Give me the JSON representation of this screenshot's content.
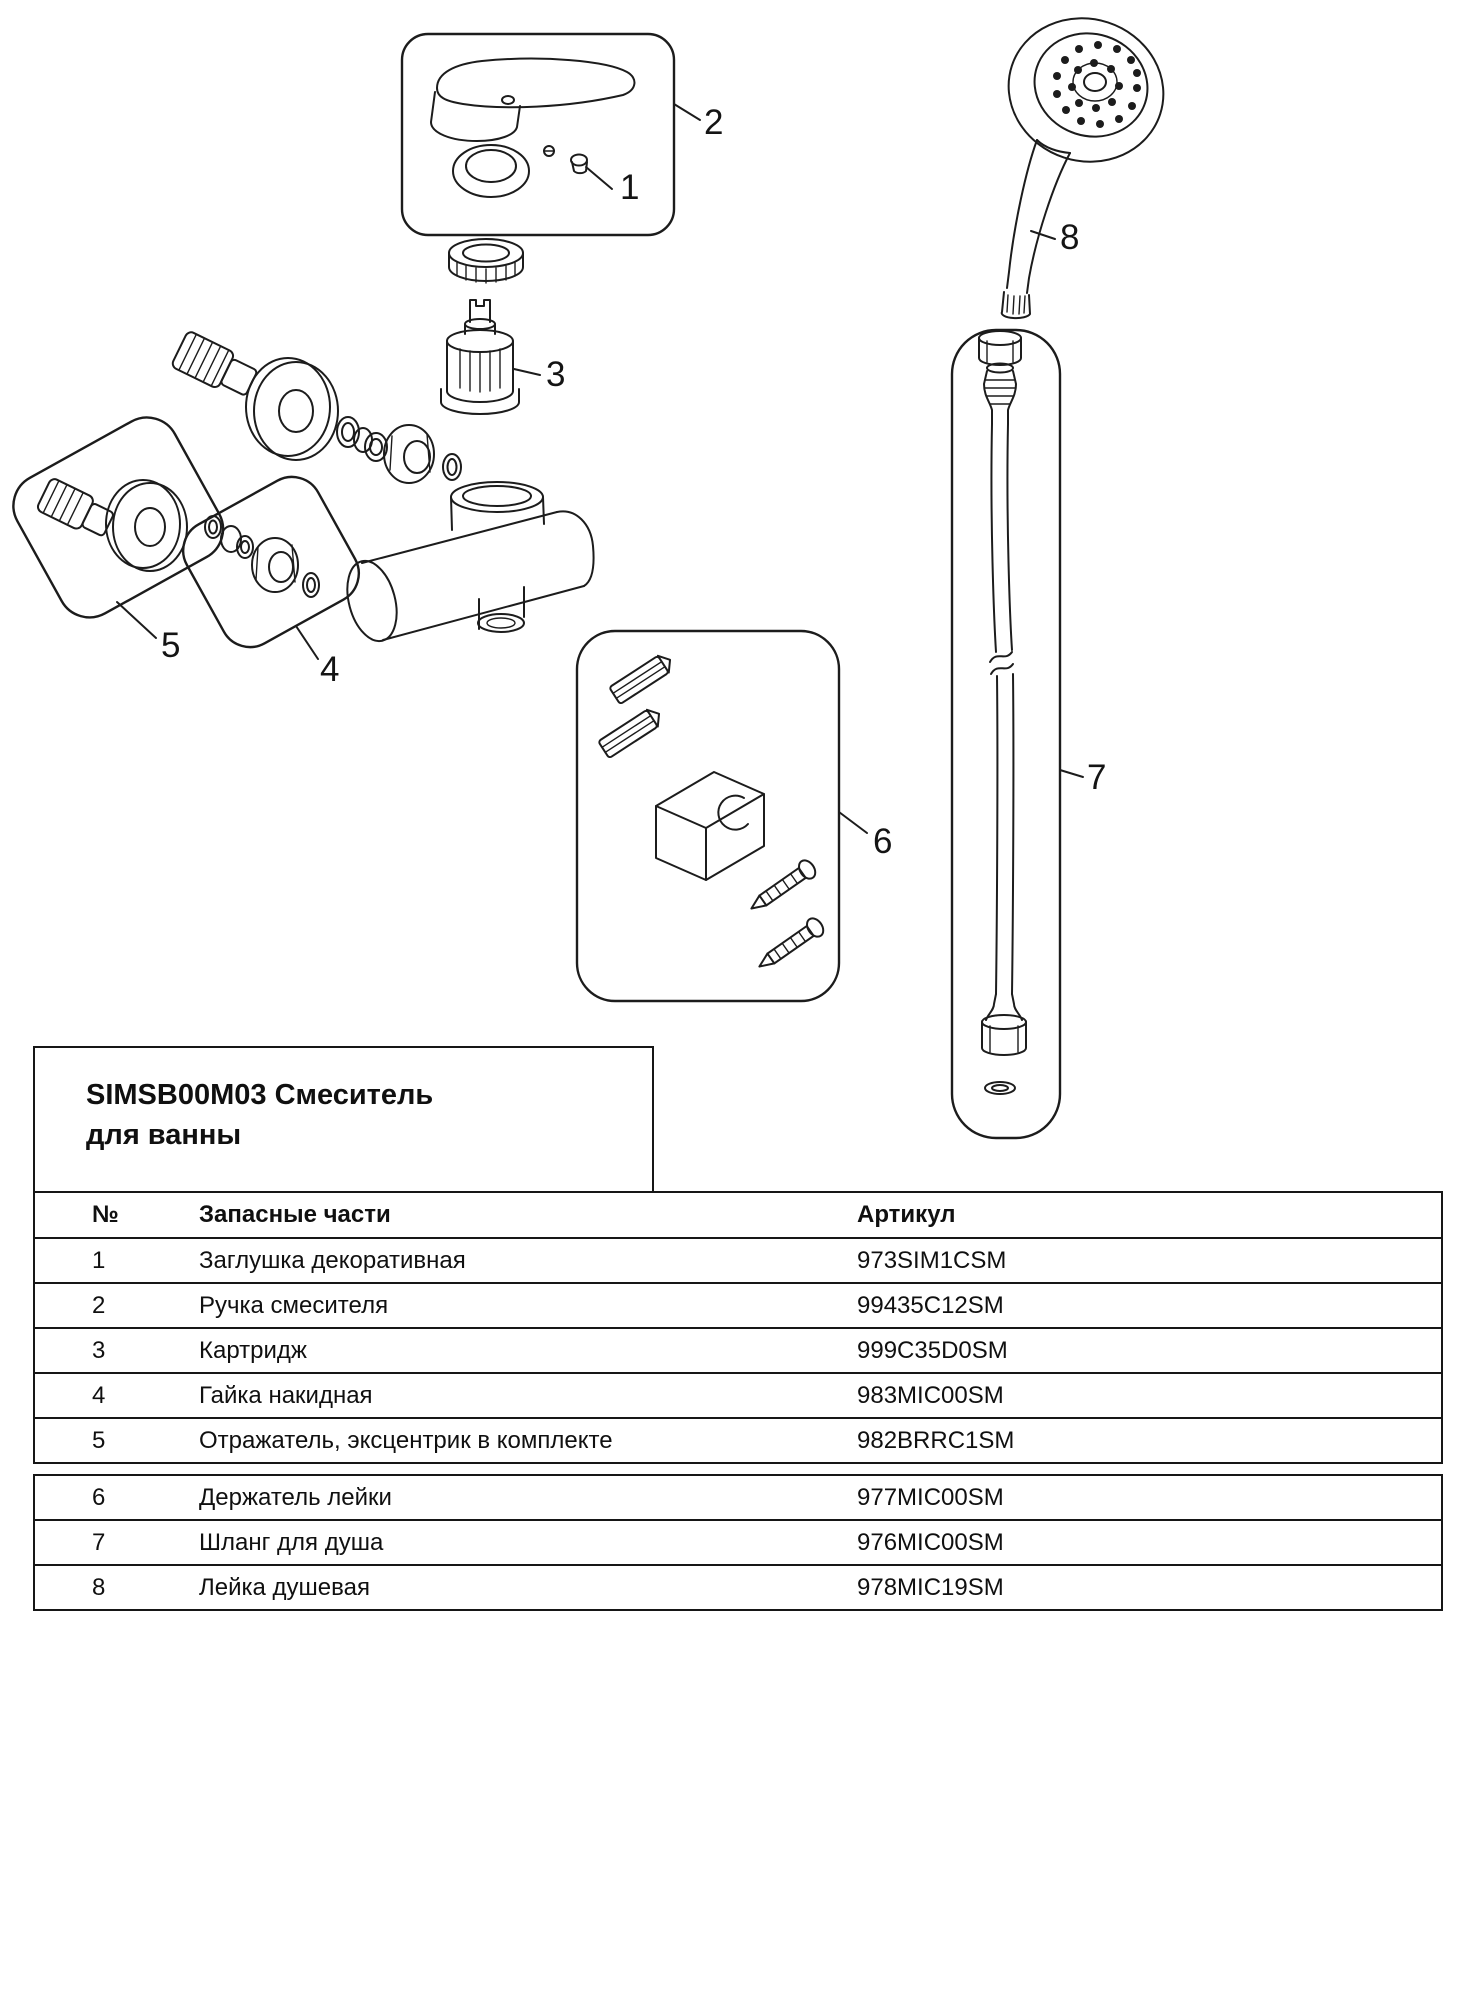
{
  "colors": {
    "ink": "#1c1c1c",
    "background": "#ffffff"
  },
  "diagram": {
    "callouts": {
      "c1": "1",
      "c2": "2",
      "c3": "3",
      "c4": "4",
      "c5": "5",
      "c6": "6",
      "c7": "7",
      "c8": "8"
    }
  },
  "product": {
    "title_line1": "SIMSB00M03 Смеситель",
    "title_line2": "для ванны"
  },
  "parts_table": {
    "headers": {
      "number": "№",
      "name": "Запасные части",
      "article": "Артикул"
    },
    "rows": [
      {
        "number": "1",
        "name": "Заглушка декоративная",
        "article": "973SIM1CSM"
      },
      {
        "number": "2",
        "name": "Ручка смесителя",
        "article": "99435C12SM"
      },
      {
        "number": "3",
        "name": "Картридж",
        "article": "999C35D0SM"
      },
      {
        "number": "4",
        "name": "Гайка накидная",
        "article": "983MIC00SM"
      },
      {
        "number": "5",
        "name": "Отражатель, эксцентрик в комплекте",
        "article": "982BRRC1SM"
      },
      {
        "number": "6",
        "name": "Держатель лейки",
        "article": "977MIC00SM"
      },
      {
        "number": "7",
        "name": "Шланг для душа",
        "article": "976MIC00SM"
      },
      {
        "number": "8",
        "name": "Лейка душевая",
        "article": "978MIC19SM"
      }
    ]
  }
}
